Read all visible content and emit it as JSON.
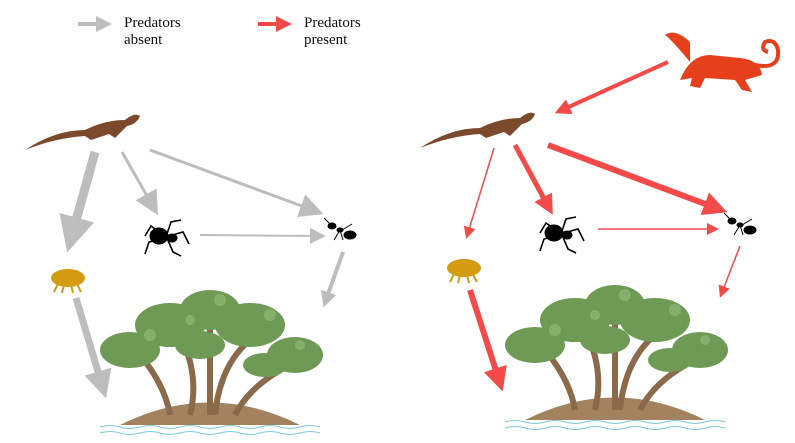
{
  "legend": {
    "absent": {
      "label_line1": "Predators",
      "label_line2": "absent",
      "color": "#bdbdbd"
    },
    "present": {
      "label_line1": "Predators",
      "label_line2": "present",
      "color": "#f44a4a"
    }
  },
  "colors": {
    "lizard": "#7b4a2d",
    "predator_lizard": "#e5401b",
    "mite": "#d39c12",
    "island": "#a3825f",
    "foliage": "#6f9a55",
    "trunk": "#8a6a4a",
    "water": "#7ec8d8"
  },
  "icons": [
    "lizard-icon",
    "predator-lizard-icon",
    "spider-icon",
    "ant-icon",
    "mite-icon",
    "island-tree-icon"
  ]
}
